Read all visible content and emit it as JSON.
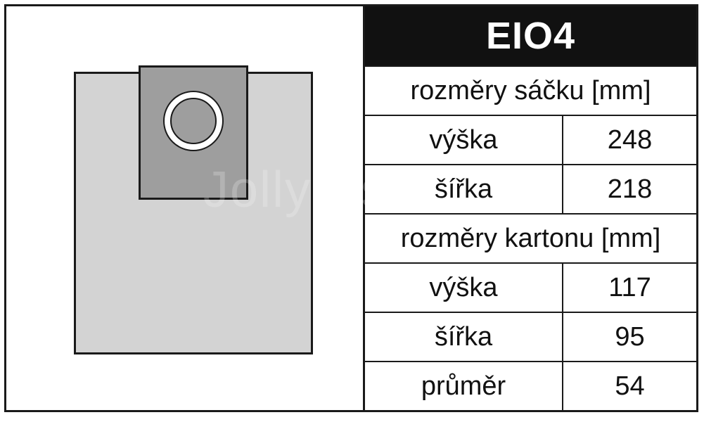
{
  "product": {
    "code": "EIO4"
  },
  "watermark": "Jolly - sáčky",
  "bag_section": {
    "header": "rozměry sáčku [mm]",
    "rows": [
      {
        "label": "výška",
        "value": "248"
      },
      {
        "label": "šířka",
        "value": "218"
      }
    ]
  },
  "carton_section": {
    "header": "rozměry kartonu [mm]",
    "rows": [
      {
        "label": "výška",
        "value": "117"
      },
      {
        "label": "šířka",
        "value": "95"
      },
      {
        "label": "průměr",
        "value": "54"
      }
    ]
  },
  "colors": {
    "frame": "#1a1a1a",
    "bag_fill": "#d3d3d3",
    "collar_fill": "#9e9e9e",
    "title_bg": "#111111",
    "title_text": "#ffffff"
  }
}
